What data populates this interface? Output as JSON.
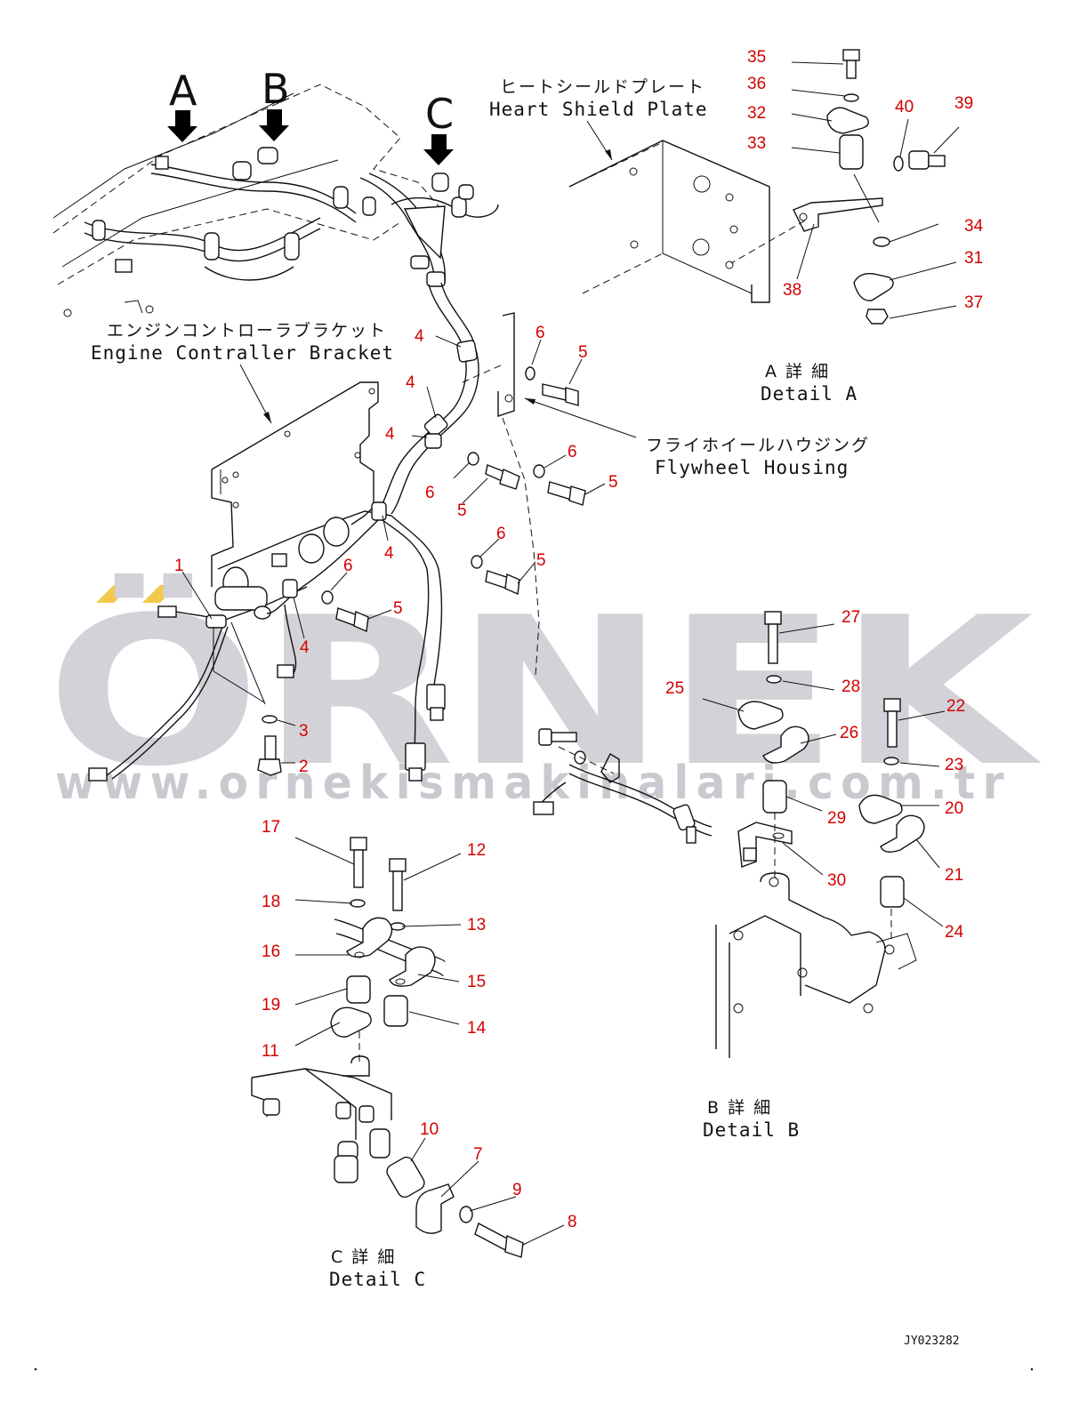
{
  "watermark": {
    "brand": "ÖRNEK",
    "url": "www.ornekismakinalari.com.tr",
    "accent_color": "#f2c94c",
    "text_color": "#d2d2d8"
  },
  "arrow_letters": [
    "A",
    "B",
    "C"
  ],
  "captions": {
    "heat_shield_jp": "ヒートシールドプレート",
    "heat_shield_en": "Heart Shield Plate",
    "engine_bracket_jp": "エンジンコントローラブラケット",
    "engine_bracket_en": "Engine Contraller Bracket",
    "flywheel_jp": "フライホイールハウジング",
    "flywheel_en": "Flywheel Housing",
    "detail_a_jp": "A 詳 細",
    "detail_a_en": "Detail A",
    "detail_b_jp": "B 詳 細",
    "detail_b_en": "Detail B",
    "detail_c_jp": "C 詳 細",
    "detail_c_en": "Detail C"
  },
  "drawing_code": "JY023282",
  "part_numbers": {
    "p1": "1",
    "p2": "2",
    "p3": "3",
    "p4a": "4",
    "p4b": "4",
    "p4c": "4",
    "p4d": "4",
    "p4e": "4",
    "p5a": "5",
    "p5b": "5",
    "p5c": "5",
    "p5d": "5",
    "p5e": "5",
    "p6a": "6",
    "p6b": "6",
    "p6c": "6",
    "p6d": "6",
    "p6e": "6",
    "p7": "7",
    "p8": "8",
    "p9": "9",
    "p10": "10",
    "p11": "11",
    "p12": "12",
    "p13": "13",
    "p14": "14",
    "p15": "15",
    "p16": "16",
    "p17": "17",
    "p18": "18",
    "p19": "19",
    "p20": "20",
    "p21": "21",
    "p22": "22",
    "p23": "23",
    "p24": "24",
    "p25": "25",
    "p26": "26",
    "p27": "27",
    "p28": "28",
    "p29": "29",
    "p30": "30",
    "p31": "31",
    "p32": "32",
    "p33": "33",
    "p34": "34",
    "p35": "35",
    "p36": "36",
    "p37": "37",
    "p38": "38",
    "p39": "39",
    "p40": "40"
  },
  "label_color": "#d40000"
}
